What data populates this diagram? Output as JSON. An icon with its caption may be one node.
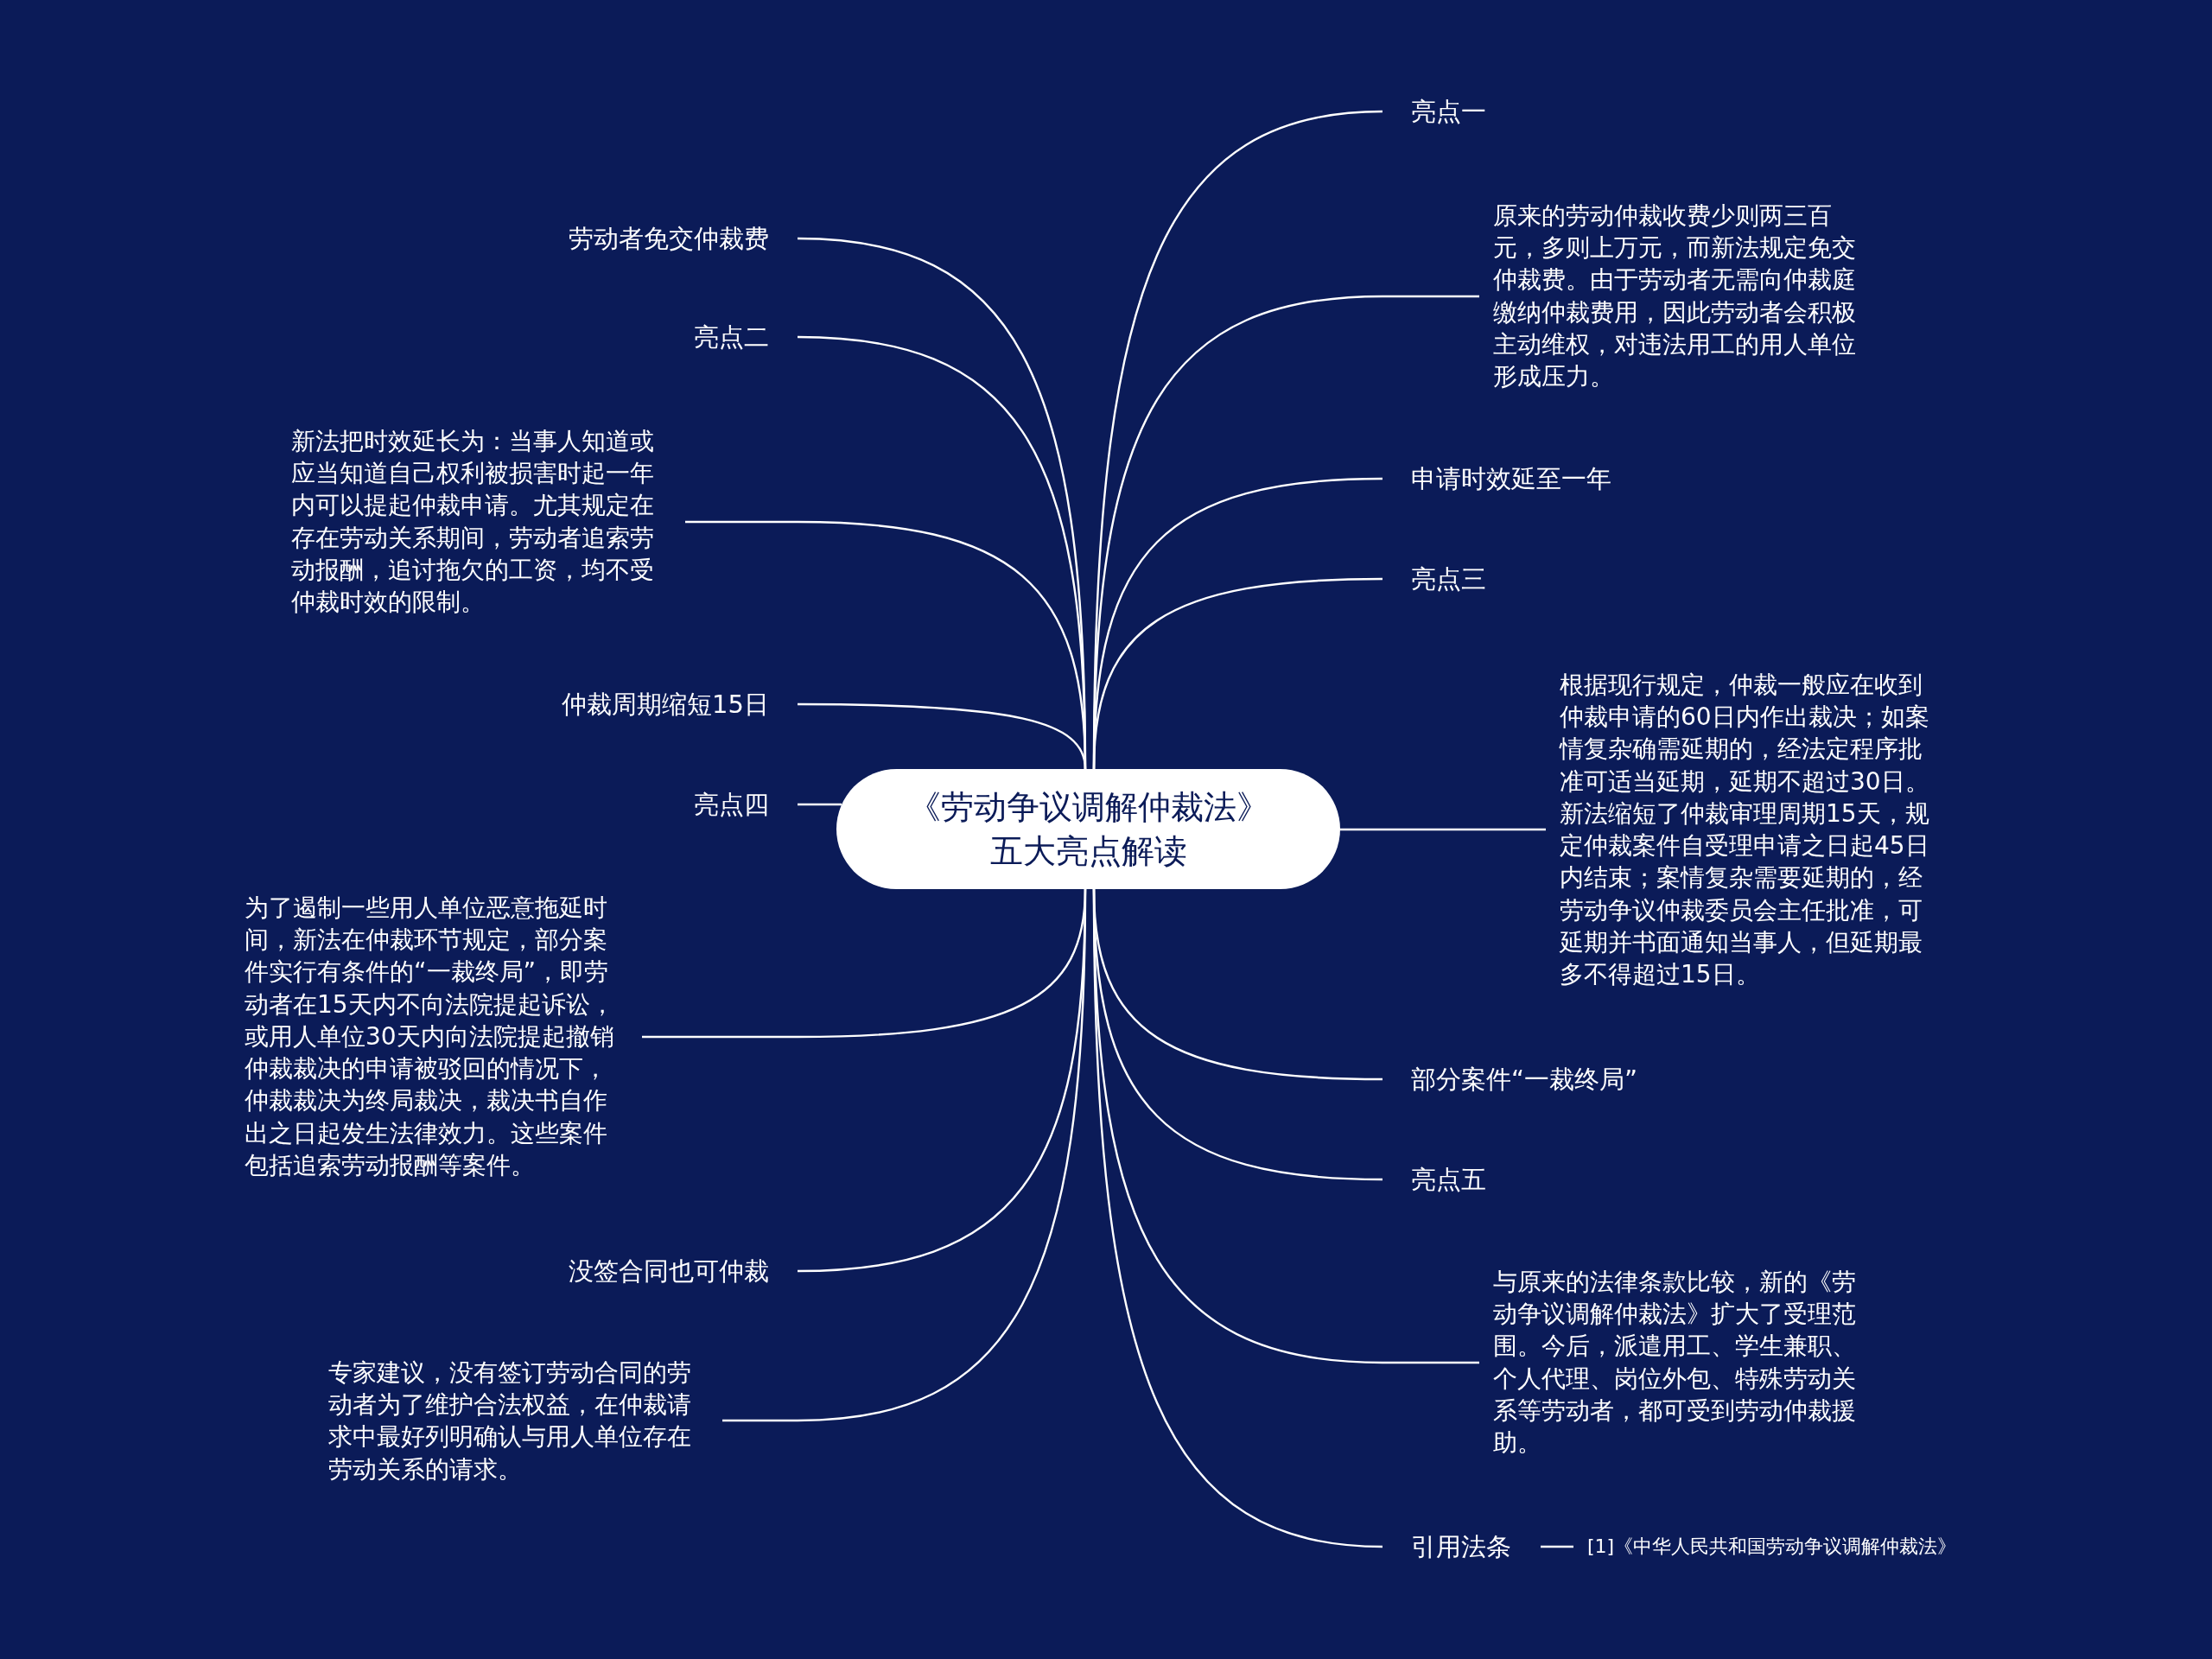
{
  "diagram": {
    "nodes": [
      {
        "text": [
          "《劳动争议调解仲裁法》五大亮点解读"
        ]
      },
      {
        "text": [
          "亮点一"
        ]
      },
      {
        "text": [
          "原来的劳动仲裁收费少则两三百元，多则上万元，而新法规定免交仲裁费。由于劳动者无需向仲裁庭缴纳仲裁费用，因此劳动者会积极主动维权，对违法用工的用人单位形成压力。"
        ]
      },
      {
        "text": [
          "申请时效延至一年"
        ]
      },
      {
        "text": [
          "亮点三"
        ]
      },
      {
        "text": [
          "根据现行规定，仲裁一般应在收到仲裁申请的60日内作出裁决；如案情复杂确需延期的，经法定程序批准可适当延期，延期不超过30日。新法缩短了仲裁审理周期15天，规定仲裁案件自受理申请之日起45日内结束；案情复杂需要延期的，经劳动争议仲裁委员会主任批准，可延期并书面通知当事人，但延期最多不得超过15日。"
        ]
      },
      {
        "text": [
          "部分案件“一裁终局”"
        ]
      },
      {
        "text": [
          "亮点五"
        ]
      },
      {
        "text": [
          "与原来的法律条款比较，新的《劳动争议调解仲裁法》扩大了受理范围。今后，派遣用工、学生兼职、个人代理、岗位外包、特殊劳动关系等劳动者，都可受到劳动仲裁援助。"
        ]
      },
      {
        "text": [
          "引用法条"
        ]
      },
      {
        "text": [
          "[1]《中华人民共和国劳动争议调解仲裁法》"
        ]
      },
      {
        "text": [
          "劳动者免交仲裁费"
        ]
      },
      {
        "text": [
          "亮点二"
        ]
      },
      {
        "text": [
          "新法把时效延长为：当事人知道或应当知道自己权利被损害时起一年内可以提起仲裁申请。尤其规定在存在劳动关系期间，劳动者追索劳动报酬，追讨拖欠的工资，均不受仲裁时效的限制。"
        ]
      },
      {
        "text": [
          "仲裁周期缩短15日"
        ]
      },
      {
        "text": [
          "亮点四"
        ]
      },
      {
        "text": [
          "为了遏制一些用人单位恶意拖延时间，新法在仲裁环节规定，部分案件实行有条件的“一裁终局”，即劳动者在15天内不向法院提起诉讼，或用人单位30天内向法院提起撤销仲裁裁决的申请被驳回的情况下，仲裁裁决为终局裁决，裁决书自作出之日起发生法律效力。这些案件包括追索劳动报酬等案件。"
        ]
      },
      {
        "text": [
          "没签合同也可仲裁"
        ]
      },
      {
        "text": [
          "专家建议，没有签订劳动合同的劳动者为了维护合法权益，在仲裁请求中最好列明确认与用人单位存在劳动关系的请求。"
        ]
      }
    ],
    "edges": [
      {
        "from": 0,
        "to": 1,
        "arrow": "none"
      },
      {
        "from": 0,
        "to": 2,
        "arrow": "none"
      },
      {
        "from": 0,
        "to": 3,
        "arrow": "none"
      },
      {
        "from": 0,
        "to": 4,
        "arrow": "none"
      },
      {
        "from": 0,
        "to": 5,
        "arrow": "none"
      },
      {
        "from": 0,
        "to": 6,
        "arrow": "none"
      },
      {
        "from": 0,
        "to": 7,
        "arrow": "none"
      },
      {
        "from": 0,
        "to": 8,
        "arrow": "none"
      },
      {
        "from": 0,
        "to": 9,
        "arrow": "none"
      },
      {
        "from": 9,
        "to": 10,
        "arrow": "none"
      },
      {
        "from": 0,
        "to": 11,
        "arrow": "none"
      },
      {
        "from": 0,
        "to": 12,
        "arrow": "none"
      },
      {
        "from": 0,
        "to": 13,
        "arrow": "none"
      },
      {
        "from": 0,
        "to": 14,
        "arrow": "none"
      },
      {
        "from": 0,
        "to": 15,
        "arrow": "none"
      },
      {
        "from": 0,
        "to": 16,
        "arrow": "none"
      },
      {
        "from": 0,
        "to": 17,
        "arrow": "none"
      },
      {
        "from": 0,
        "to": 18,
        "arrow": "none"
      }
    ]
  }
}
